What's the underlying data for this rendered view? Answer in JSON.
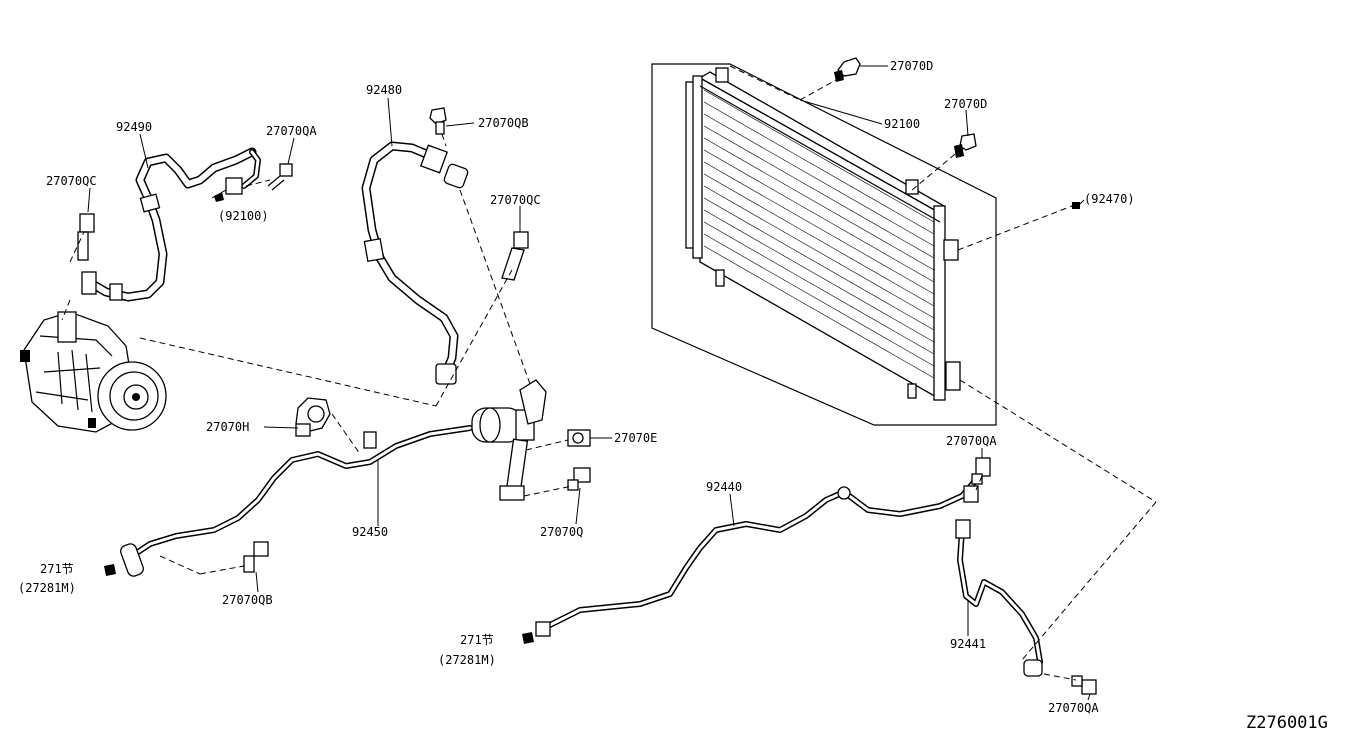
{
  "diagram_code": "Z276001G",
  "labels": {
    "l_92490": "92490",
    "l_27070qc_top": "27070QC",
    "l_27070qa_top": "27070QA",
    "l_92100_ref": "(92100)",
    "l_92480": "92480",
    "l_27070qb_top": "27070QB",
    "l_27070qc_mid": "27070QC",
    "l_27070d_1": "27070D",
    "l_92100": "92100",
    "l_27070d_2": "27070D",
    "l_92470_ref": "(92470)",
    "l_27070h": "27070H",
    "l_27070e": "27070E",
    "l_27070q": "27070Q",
    "l_92450": "92450",
    "l_271_left": "271节",
    "l_27281m_left": "(27281M)",
    "l_27070qb_bot": "27070QB",
    "l_92440": "92440",
    "l_27070qa_mid": "27070QA",
    "l_271_right": "271节",
    "l_27281m_right": "(27281M)",
    "l_92441": "92441",
    "l_27070qa_bot": "27070QA"
  }
}
